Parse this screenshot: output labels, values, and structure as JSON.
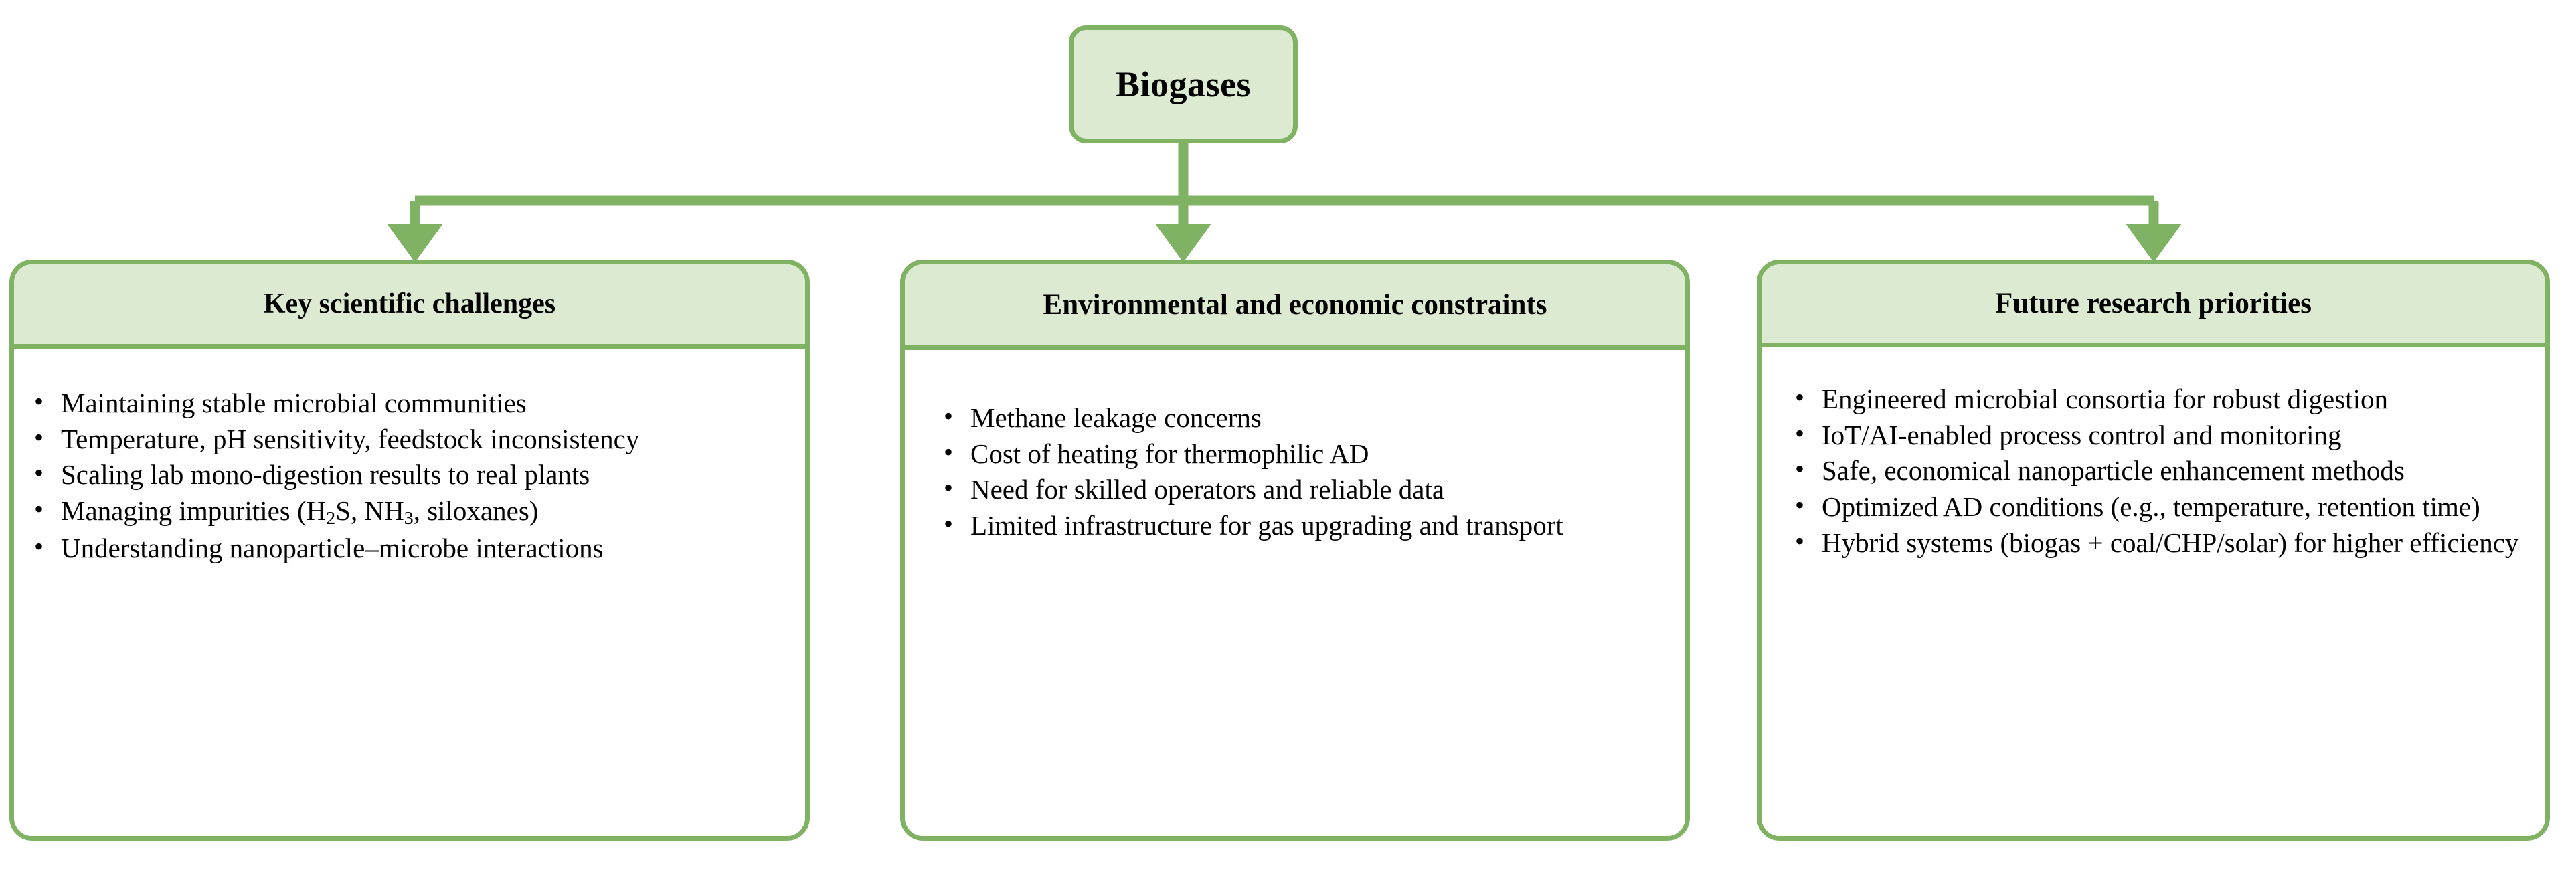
{
  "diagram": {
    "title": "Biogases",
    "accent_border_color": "#7fb263",
    "node_fill_color": "#dbead0",
    "body_fill_color": "#ffffff",
    "background_color": "#ffffff",
    "root": {
      "label": "Biogases"
    },
    "connector": {
      "style": "orthogonal-elbow",
      "arrowhead": "filled-triangle",
      "color": "#7fb263",
      "branch_count": 3
    },
    "columns": [
      {
        "id": "key-scientific-challenges",
        "header": "Key scientific challenges",
        "bullets": [
          "Maintaining stable microbial communities",
          "Temperature, pH sensitivity, feedstock inconsistency",
          "Scaling lab mono-digestion results to real plants",
          "Managing impurities (H2S, NH3, siloxanes)",
          "Understanding nanoparticle–microbe interactions"
        ],
        "bullets_html": [
          "Maintaining stable microbial communities",
          "Temperature, pH sensitivity, feedstock inconsistency",
          "Scaling lab mono-digestion results to real plants",
          "Managing impurities (H<sub>2</sub>S, NH<sub>3</sub>, siloxanes)",
          "Understanding nanoparticle–microbe interactions"
        ]
      },
      {
        "id": "environmental-and-economic-constraints",
        "header": "Environmental and economic constraints",
        "bullets": [
          "Methane leakage concerns",
          "Cost of heating for thermophilic AD",
          "Need for skilled operators and reliable data",
          "Limited infrastructure for gas upgrading and transport"
        ],
        "bullets_html": [
          "Methane leakage concerns",
          "Cost of heating for thermophilic AD",
          "Need for skilled operators and reliable data",
          "Limited infrastructure for gas upgrading and transport"
        ]
      },
      {
        "id": "future-research-priorities",
        "header": "Future research priorities",
        "bullets": [
          "Engineered microbial consortia for robust digestion",
          "IoT/AI-enabled process control and monitoring",
          "Safe, economical nanoparticle enhancement methods",
          "Optimized AD conditions (e.g., temperature, retention time)",
          "Hybrid systems (biogas + coal/CHP/solar) for higher efficiency"
        ],
        "bullets_html": [
          "Engineered microbial consortia for robust digestion",
          "IoT/AI-enabled process control and monitoring",
          "Safe, economical nanoparticle enhancement methods",
          "Optimized AD conditions (e.g., temperature, retention time)",
          "Hybrid systems (biogas + coal/CHP/solar) for higher efficiency"
        ]
      }
    ]
  }
}
